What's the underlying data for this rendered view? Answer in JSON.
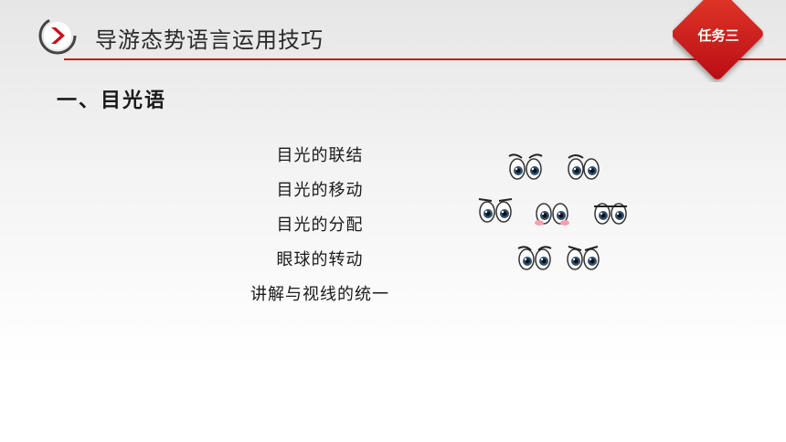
{
  "header": {
    "title": "导游态势语言运用技巧",
    "badge": "任务三"
  },
  "section": {
    "title": "一、目光语"
  },
  "items": [
    "目光的联结",
    "目光的移动",
    "目光的分配",
    "眼球的转动",
    "讲解与视线的统一"
  ],
  "colors": {
    "accent": "#c8101c",
    "badge": "#d42a20"
  },
  "illustration": {
    "icon": "cartoon-eyes-icon"
  }
}
